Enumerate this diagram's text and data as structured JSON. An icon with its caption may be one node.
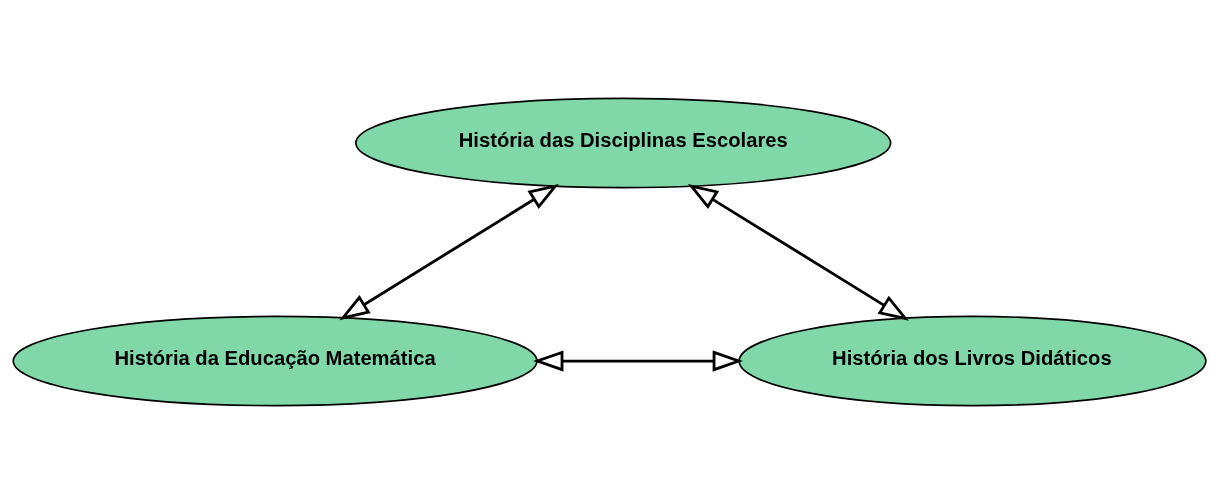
{
  "diagram": {
    "nodes": [
      {
        "text": [
          "História das Disciplinas Escolares"
        ]
      },
      {
        "text": [
          "História da Educação Matemática"
        ]
      },
      {
        "text": [
          "História dos Livros Didáticos"
        ]
      }
    ],
    "edges": [
      {
        "from": 0,
        "to": 1,
        "arrow": "both"
      },
      {
        "from": 0,
        "to": 2,
        "arrow": "both"
      },
      {
        "from": 1,
        "to": 2,
        "arrow": "both"
      }
    ]
  }
}
